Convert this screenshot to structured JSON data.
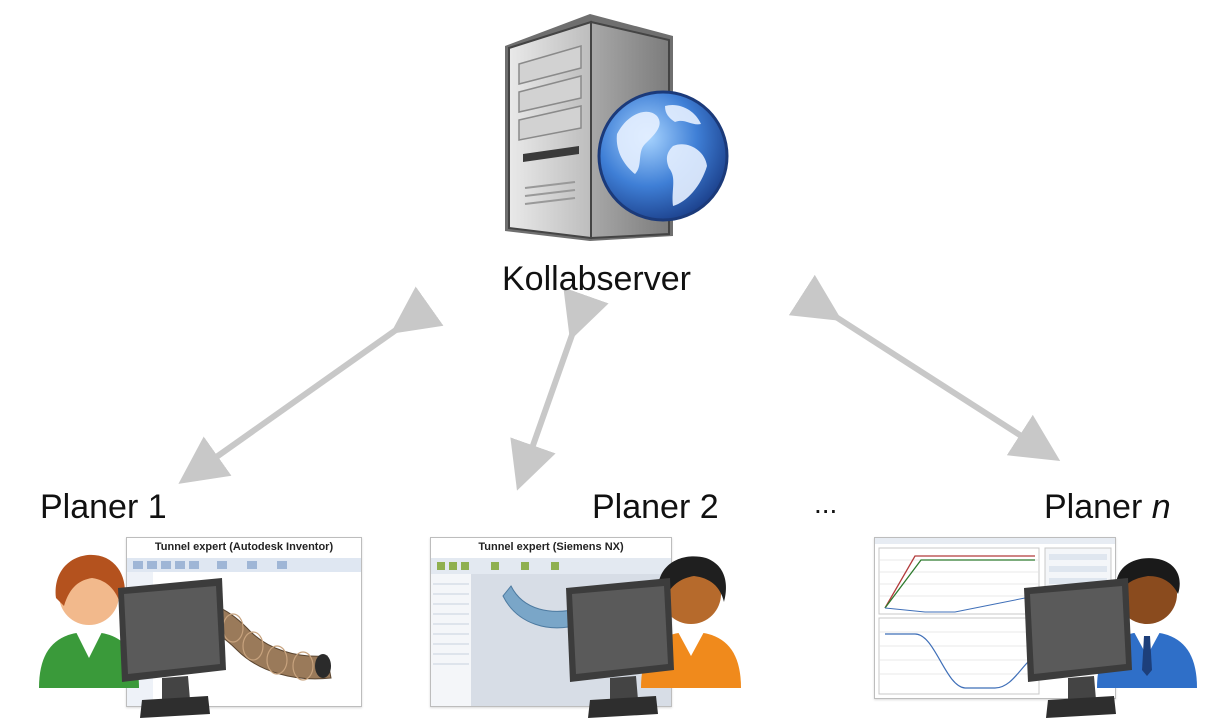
{
  "server": {
    "label": "Kollabserver",
    "icon": "server-globe-icon"
  },
  "planners": [
    {
      "name_prefix": "Planer ",
      "name_suffix": "1",
      "window_title": "Tunnel expert (Autodesk Inventor)"
    },
    {
      "name_prefix": "Planer ",
      "name_suffix": "2",
      "window_title": "Tunnel expert (Siemens NX)"
    },
    {
      "name_prefix": "Planer ",
      "name_suffix": "n",
      "window_title": ""
    }
  ],
  "ellipsis": "...",
  "colors": {
    "arrow": "#c8c8c8",
    "globe": "#3f7fd6",
    "user1_shirt": "#3a9a3a",
    "user2_shirt": "#f08a1c",
    "user3_shirt": "#2f6fc8"
  }
}
